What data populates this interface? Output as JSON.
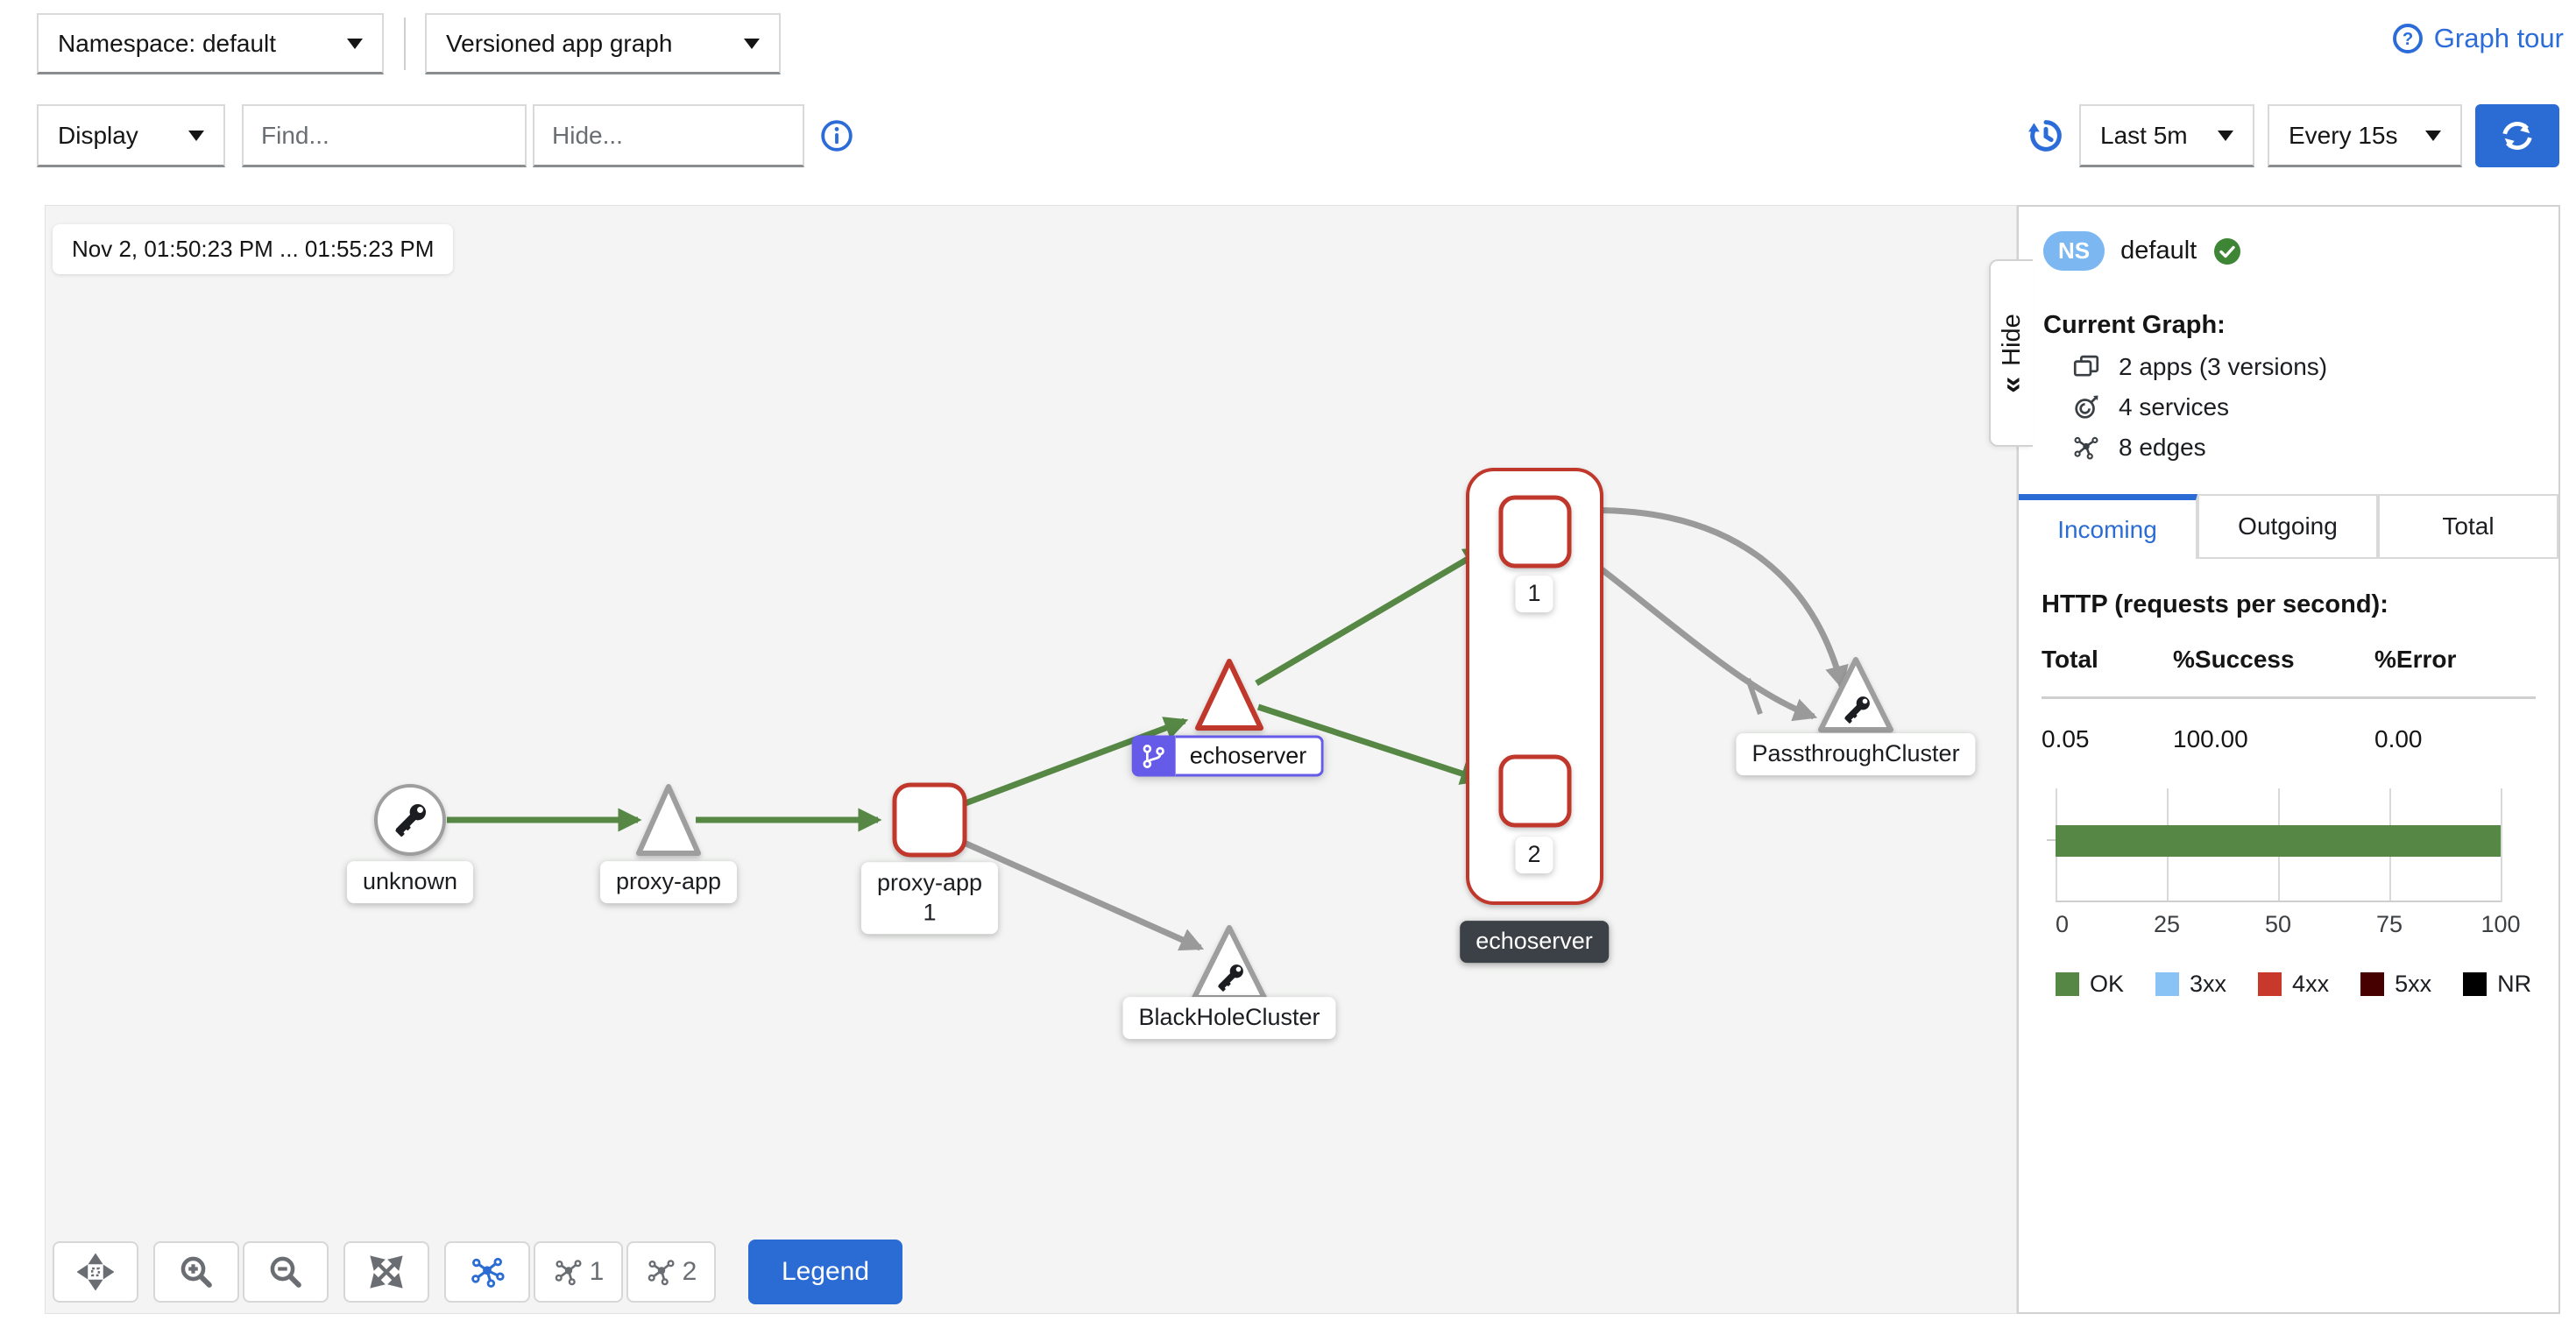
{
  "header": {
    "namespace_dropdown": "Namespace: default",
    "graph_type_dropdown": "Versioned app graph",
    "graph_tour_label": "Graph tour",
    "display_dropdown": "Display",
    "find_placeholder": "Find...",
    "hide_placeholder": "Hide...",
    "time_range_dropdown": "Last 5m",
    "refresh_interval_dropdown": "Every 15s"
  },
  "icons": {
    "collapse_chevron": "«",
    "help_glyph": "?",
    "info_glyph": "i"
  },
  "graph": {
    "time_range_label": "Nov 2, 01:50:23 PM ... 01:55:23 PM",
    "hide_panel_tab": "Hide",
    "nodes": {
      "unknown": "unknown",
      "proxy_app_service": "proxy-app",
      "proxy_app_workload_line1": "proxy-app",
      "proxy_app_workload_line2": "1",
      "echoserver_service": "echoserver",
      "echoserver_group": "echoserver",
      "echoserver_v1": "1",
      "echoserver_v2": "2",
      "passthrough_cluster": "PassthroughCluster",
      "black_hole_cluster": "BlackHoleCluster"
    },
    "toolbar": {
      "legend_label": "Legend",
      "layout1_label": "1",
      "layout2_label": "2"
    }
  },
  "side_panel": {
    "ns_badge": "NS",
    "namespace_name": "default",
    "current_graph_title": "Current Graph:",
    "stats": [
      {
        "icon": "applications-icon",
        "text": "2 apps (3 versions)"
      },
      {
        "icon": "services-icon",
        "text": "4 services"
      },
      {
        "icon": "edges-icon",
        "text": "8 edges"
      }
    ],
    "tabs": [
      {
        "label": "Incoming",
        "active": true
      },
      {
        "label": "Outgoing",
        "active": false
      },
      {
        "label": "Total",
        "active": false
      }
    ],
    "http_title": "HTTP (requests per second):",
    "table": {
      "headers": [
        "Total",
        "%Success",
        "%Error"
      ],
      "rows": [
        [
          "0.05",
          "100.00",
          "0.00"
        ]
      ]
    },
    "chart_data": {
      "type": "bar",
      "orientation": "horizontal",
      "title": "HTTP traffic status distribution",
      "categories": [
        ""
      ],
      "series": [
        {
          "name": "OK",
          "values": [
            100
          ],
          "color": "#568745"
        },
        {
          "name": "3xx",
          "values": [
            0
          ],
          "color": "#89c3f5"
        },
        {
          "name": "4xx",
          "values": [
            0
          ],
          "color": "#c9392b"
        },
        {
          "name": "5xx",
          "values": [
            0
          ],
          "color": "#470000"
        },
        {
          "name": "NR",
          "values": [
            0
          ],
          "color": "#000000"
        }
      ],
      "xlim": [
        0,
        100
      ],
      "x_ticks": [
        0,
        25,
        50,
        75,
        100
      ],
      "grid": true,
      "legend_position": "bottom"
    }
  },
  "colors": {
    "primary_blue": "#2b6cd4",
    "link_blue": "#2b6cd9",
    "edge_green": "#568745",
    "edge_gray": "#9a9a9a",
    "node_red_border": "#c0372b",
    "node_gray_border": "#9e9e9e",
    "virtual_service_purple": "#655be8",
    "ns_badge_blue": "#7cb7f2",
    "healthy_green": "#3e8635",
    "group_label_bg": "#3b4146"
  }
}
